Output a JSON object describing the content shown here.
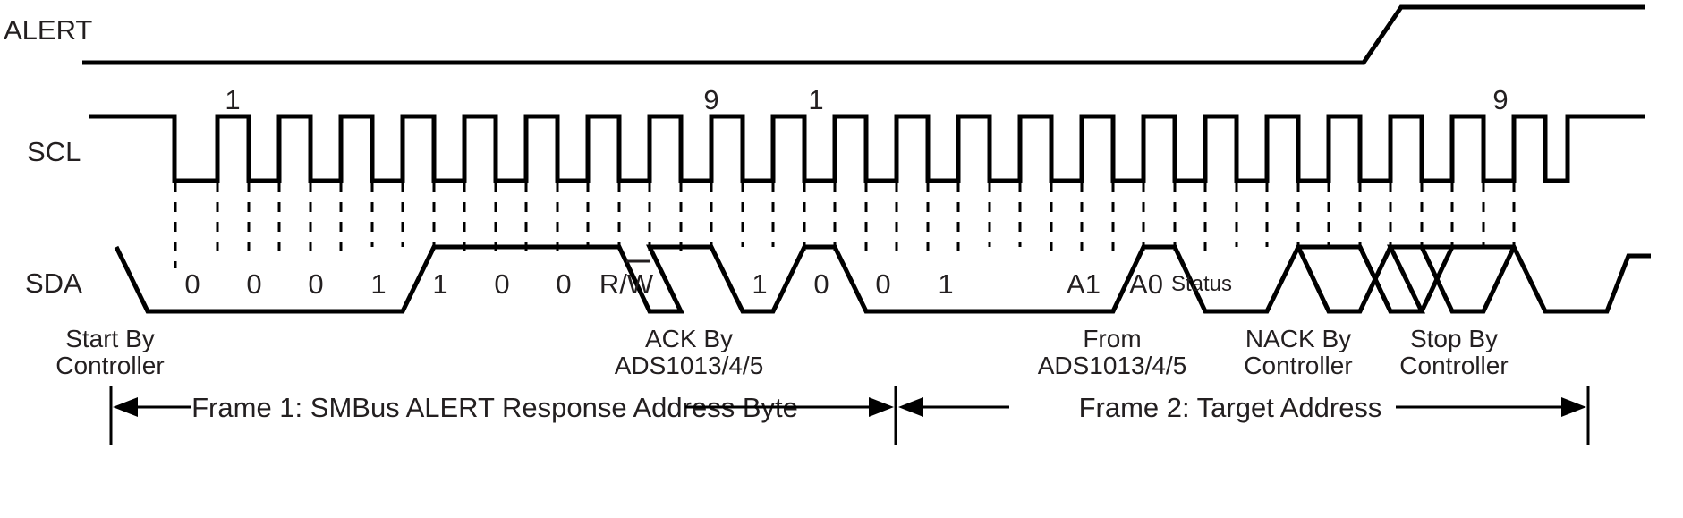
{
  "diagram": {
    "title": "SMBus ALERT Response timing diagram",
    "line_color": "#000000",
    "text_color": "#231f20",
    "background": "#ffffff"
  },
  "signals": {
    "alert": {
      "label": "ALERT"
    },
    "scl": {
      "label": "SCL"
    },
    "sda": {
      "label": "SDA"
    }
  },
  "clock_numbers": {
    "frame1_first": "1",
    "frame1_last": "9",
    "frame2_first": "1",
    "frame2_last": "9"
  },
  "frame1_bits": [
    {
      "label": "0"
    },
    {
      "label": "0"
    },
    {
      "label": "0"
    },
    {
      "label": "1"
    },
    {
      "label": "1"
    },
    {
      "label": "0"
    },
    {
      "label": "0"
    },
    {
      "label": "R/W",
      "overline": "W"
    }
  ],
  "frame2_bits": [
    {
      "label": "1"
    },
    {
      "label": "0"
    },
    {
      "label": "0"
    },
    {
      "label": "1"
    },
    {
      "label": "A1"
    },
    {
      "label": "A0"
    },
    {
      "label": "Status"
    }
  ],
  "captions": [
    {
      "line1": "Start By",
      "line2": "Controller"
    },
    {
      "line1": "ACK By",
      "line2": "ADS1013/4/5"
    },
    {
      "line1": "From",
      "line2": "ADS1013/4/5"
    },
    {
      "line1": "NACK By",
      "line2": "Controller"
    },
    {
      "line1": "Stop By",
      "line2": "Controller"
    }
  ],
  "frames": [
    {
      "label": "Frame 1: SMBus ALERT Response Address Byte"
    },
    {
      "label": "Frame 2: Target Address"
    }
  ]
}
